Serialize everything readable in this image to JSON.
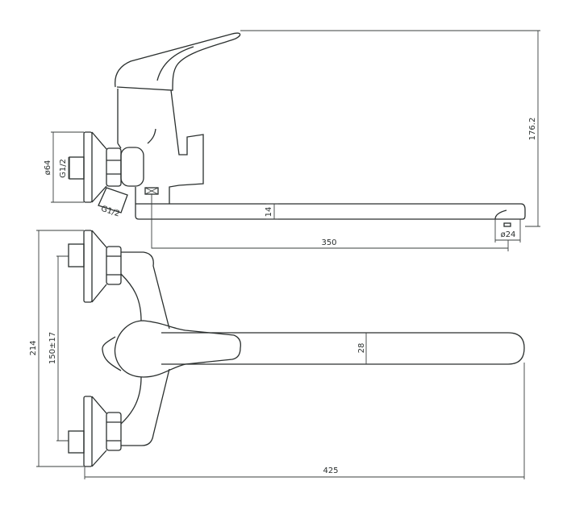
{
  "title": "Wall-mounted single-lever faucet dimension drawing",
  "dimensions": {
    "height": "176.2",
    "flange_diameter": "ø64",
    "thread_inlet": "G1/2",
    "thread_angled": "G1/2",
    "spout_thickness": "14",
    "spout_reach": "350",
    "outlet_diameter": "ø24",
    "total_height_top_view": "214",
    "inlet_spacing": "150±17",
    "spout_width": "28",
    "total_length": "425"
  },
  "colors": {
    "line": "#2a2f2e",
    "background": "#ffffff"
  }
}
